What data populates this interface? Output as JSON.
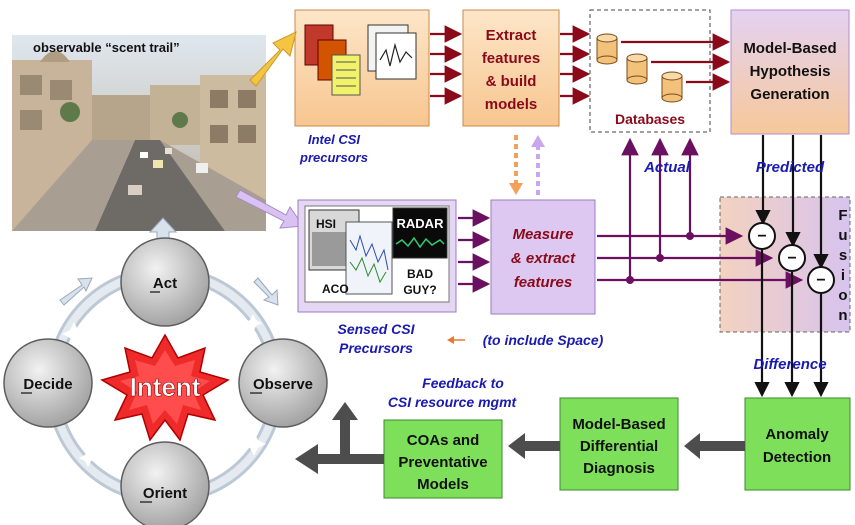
{
  "photo": {
    "caption": "observable “scent trail”"
  },
  "intel": {
    "label_line1": "Intel CSI",
    "label_line2": "precursors"
  },
  "extract": {
    "line1": "Extract",
    "line2": "features",
    "line3": "& build",
    "line4": "models"
  },
  "databases": {
    "label": "Databases"
  },
  "model_hypothesis": {
    "line1": "Model-Based",
    "line2": "Hypothesis",
    "line3": "Generation"
  },
  "labels": {
    "actual": "Actual",
    "predicted": "Predicted",
    "difference": "Difference",
    "sensed_line1": "Sensed CSI",
    "sensed_line2": "Precursors",
    "include_space": "(to include Space)",
    "feedback_line1": "Feedback to",
    "feedback_line2": "CSI resource mgmt"
  },
  "sensors": {
    "hsi": "HSI",
    "radar": "RADAR",
    "aco": "ACO",
    "bad": "BAD",
    "guy": "GUY?"
  },
  "measure": {
    "line1": "Measure",
    "line2": "& extract",
    "line3": "features"
  },
  "fusion": {
    "letters": [
      "F",
      "u",
      "s",
      "i",
      "o",
      "n"
    ]
  },
  "minus_symbol": "−",
  "anomaly": {
    "line1": "Anomaly",
    "line2": "Detection"
  },
  "differential": {
    "line1": "Model-Based",
    "line2": "Differential",
    "line3": "Diagnosis"
  },
  "coas": {
    "line1": "COAs and",
    "line2": "Preventative",
    "line3": "Models"
  },
  "ooda": {
    "act": "Act",
    "observe": "Observe",
    "orient": "Orient",
    "decide": "Decide",
    "intent": "Intent"
  },
  "colors": {
    "dark_red": "#8b0a1a",
    "purple_line": "#6b1060",
    "blue_text": "#1a1ab0",
    "green_box": "#7ee05a",
    "orange_box": "#fbd3a5",
    "lavender_box": "#dcc8f0",
    "gray_arrow": "#4d4d4d"
  }
}
